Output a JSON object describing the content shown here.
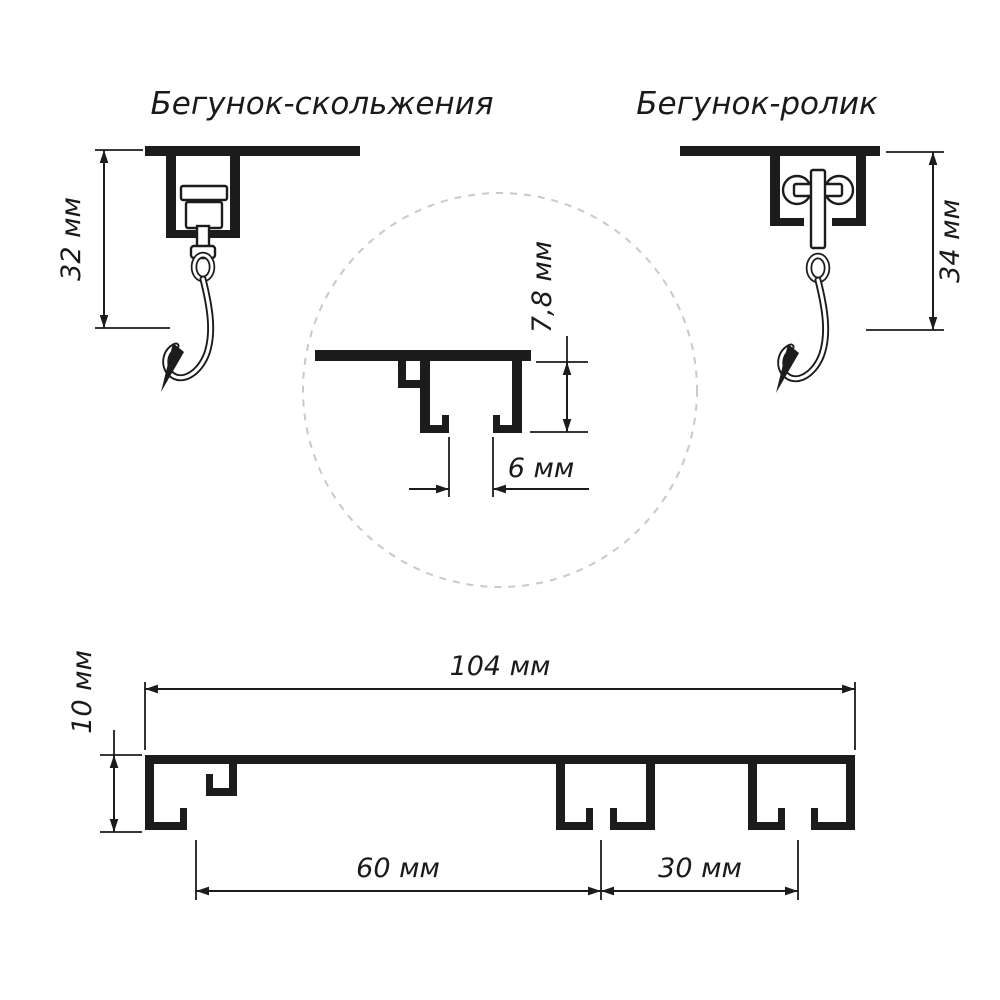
{
  "diagram": {
    "background": "#ffffff",
    "colors": {
      "profile": "#1c1c1c",
      "dimension_lines": "#1c1c1c",
      "dashed_circle": "#c9c9c9",
      "text": "#1a1a1a"
    },
    "slider_runner": {
      "title": "Бегунок-скольжения",
      "height_dimension": "32 мм"
    },
    "roller_runner": {
      "title": "Бегунок-ролик",
      "height_dimension": "34 мм"
    },
    "profile_detail": {
      "groove_depth_dimension": "7,8 мм",
      "slot_width_dimension": "6 мм"
    },
    "full_profile": {
      "total_width_dimension": "104 мм",
      "height_dimension": "10 мм",
      "track_spacing_dimension_1": "60 мм",
      "track_spacing_dimension_2": "30 мм"
    }
  }
}
